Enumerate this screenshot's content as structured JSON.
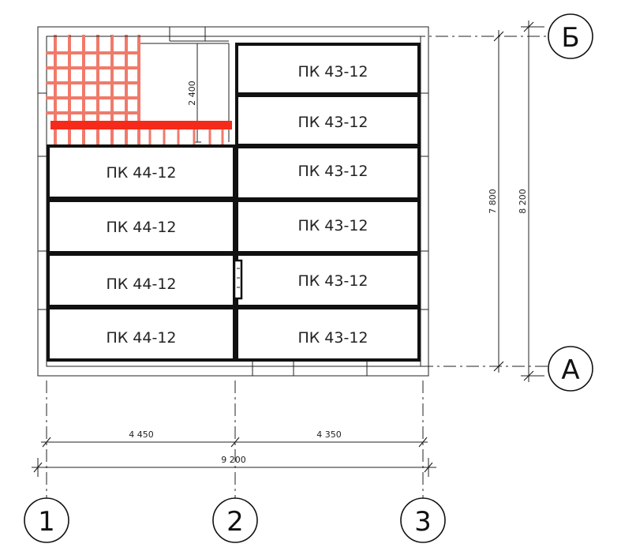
{
  "slabs": {
    "left_1": "ПК 44-12",
    "left_2": "ПК 44-12",
    "left_3": "ПК 44-12",
    "left_4": "ПК 44-12",
    "right_1": "ПК 43-12",
    "right_2": "ПК 43-12",
    "right_3": "ПК 43-12",
    "right_4": "ПК 43-12",
    "right_5": "ПК 43-12",
    "right_6": "ПК 43-12"
  },
  "dimensions": {
    "opening_height": "2 400",
    "span_1_2": "4 450",
    "span_2_3": "4 350",
    "total_width": "9 200",
    "inner_height": "7 800",
    "total_height": "8 200"
  },
  "axes": {
    "col_1": "1",
    "col_2": "2",
    "col_3": "3",
    "row_a": "А",
    "row_b": "Б"
  },
  "colors": {
    "reinforcement": "#f07a6a",
    "reinforcement_bar": "#f52a1a",
    "line": "#111111"
  }
}
